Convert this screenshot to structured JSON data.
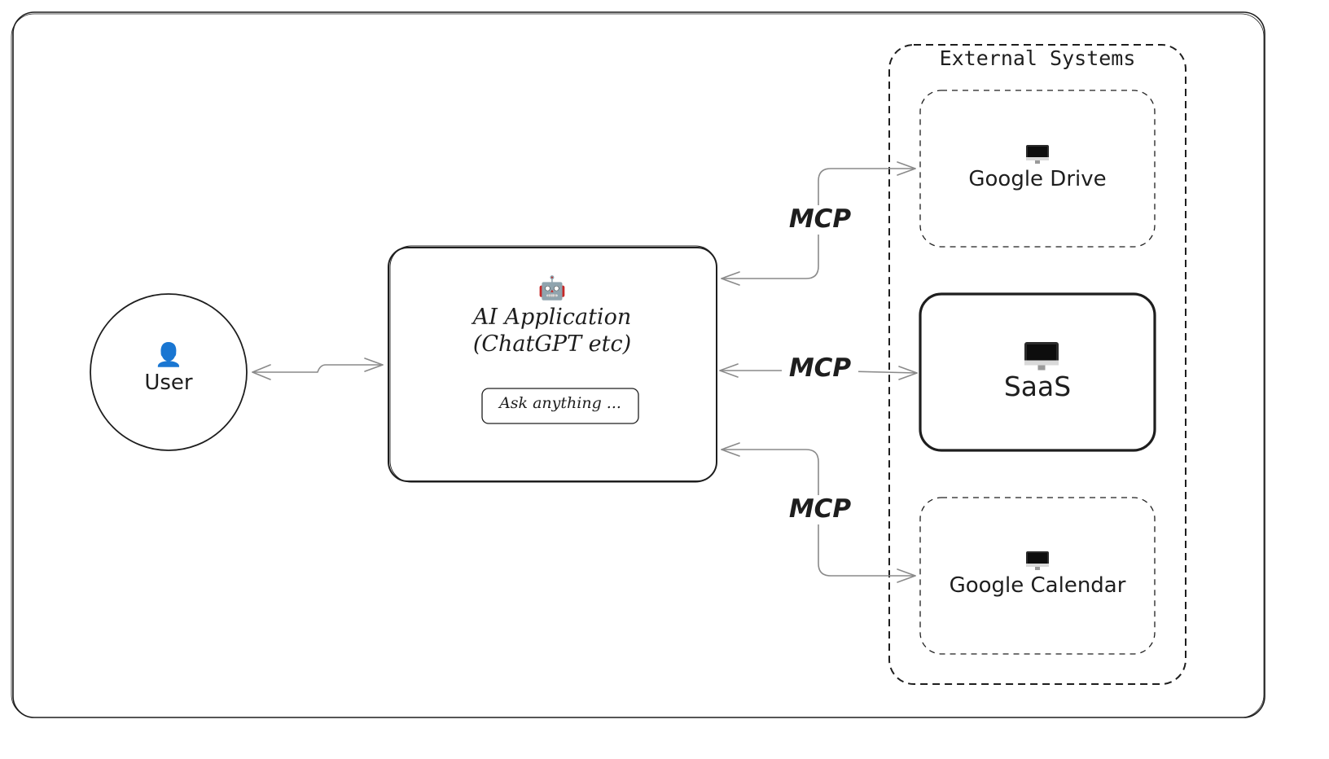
{
  "frame": {
    "border_color": "#1e1e1e",
    "background": "#ffffff"
  },
  "user": {
    "label": "User",
    "icon": "person-icon"
  },
  "ai_app": {
    "title_line1": "AI Application",
    "title_line2": "(ChatGPT etc)",
    "icon": "robot-icon",
    "input_placeholder": "Ask anything ..."
  },
  "connectors": {
    "top": "MCP",
    "middle": "MCP",
    "bottom": "MCP",
    "line_color": "#8a8a8a"
  },
  "external": {
    "title": "External Systems",
    "systems": [
      {
        "label": "Google Drive",
        "icon": "computer-icon"
      },
      {
        "label": "SaaS",
        "icon": "computer-icon"
      },
      {
        "label": "Google Calendar",
        "icon": "computer-icon"
      }
    ]
  }
}
